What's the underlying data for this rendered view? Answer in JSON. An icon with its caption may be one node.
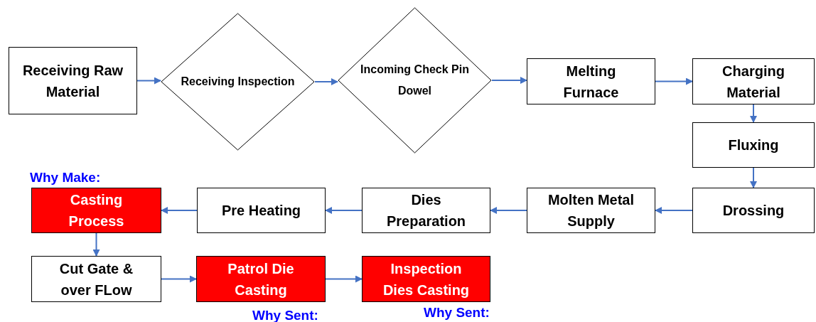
{
  "diagram": {
    "nodes": [
      {
        "text": [
          "Receiving Raw Material"
        ]
      },
      {
        "text": [
          "Receiving Inspection"
        ]
      },
      {
        "text": [
          "Incoming Check Pin Dowel"
        ]
      },
      {
        "text": [
          "Melting Furnace"
        ]
      },
      {
        "text": [
          "Charging Material"
        ]
      },
      {
        "text": [
          "Fluxing"
        ]
      },
      {
        "text": [
          "Drossing"
        ]
      },
      {
        "text": [
          "Molten Metal Supply"
        ]
      },
      {
        "text": [
          "Dies Preparation"
        ]
      },
      {
        "text": [
          "Pre Heating"
        ]
      },
      {
        "text": [
          "Casting Process"
        ],
        "beside": [
          "Why Make:"
        ]
      },
      {
        "text": [
          "Cut Gate & over FLow"
        ]
      },
      {
        "text": [
          "Patrol Die Casting"
        ],
        "beside": [
          "Why Sent:"
        ]
      },
      {
        "text": [
          "Inspection Dies Casting"
        ],
        "beside": [
          "Why Sent:"
        ]
      }
    ],
    "edges": [
      {
        "from": 0,
        "to": 1,
        "arrow": "to"
      },
      {
        "from": 1,
        "to": 2,
        "arrow": "to"
      },
      {
        "from": 2,
        "to": 3,
        "arrow": "to"
      },
      {
        "from": 3,
        "to": 4,
        "arrow": "to"
      },
      {
        "from": 4,
        "to": 5,
        "arrow": "to"
      },
      {
        "from": 5,
        "to": 6,
        "arrow": "to"
      },
      {
        "from": 6,
        "to": 7,
        "arrow": "to"
      },
      {
        "from": 7,
        "to": 8,
        "arrow": "to"
      },
      {
        "from": 8,
        "to": 9,
        "arrow": "to"
      },
      {
        "from": 9,
        "to": 10,
        "arrow": "to"
      },
      {
        "from": 10,
        "to": 11,
        "arrow": "to"
      },
      {
        "from": 11,
        "to": 12,
        "arrow": "to"
      },
      {
        "from": 12,
        "to": 13,
        "arrow": "to"
      }
    ]
  }
}
